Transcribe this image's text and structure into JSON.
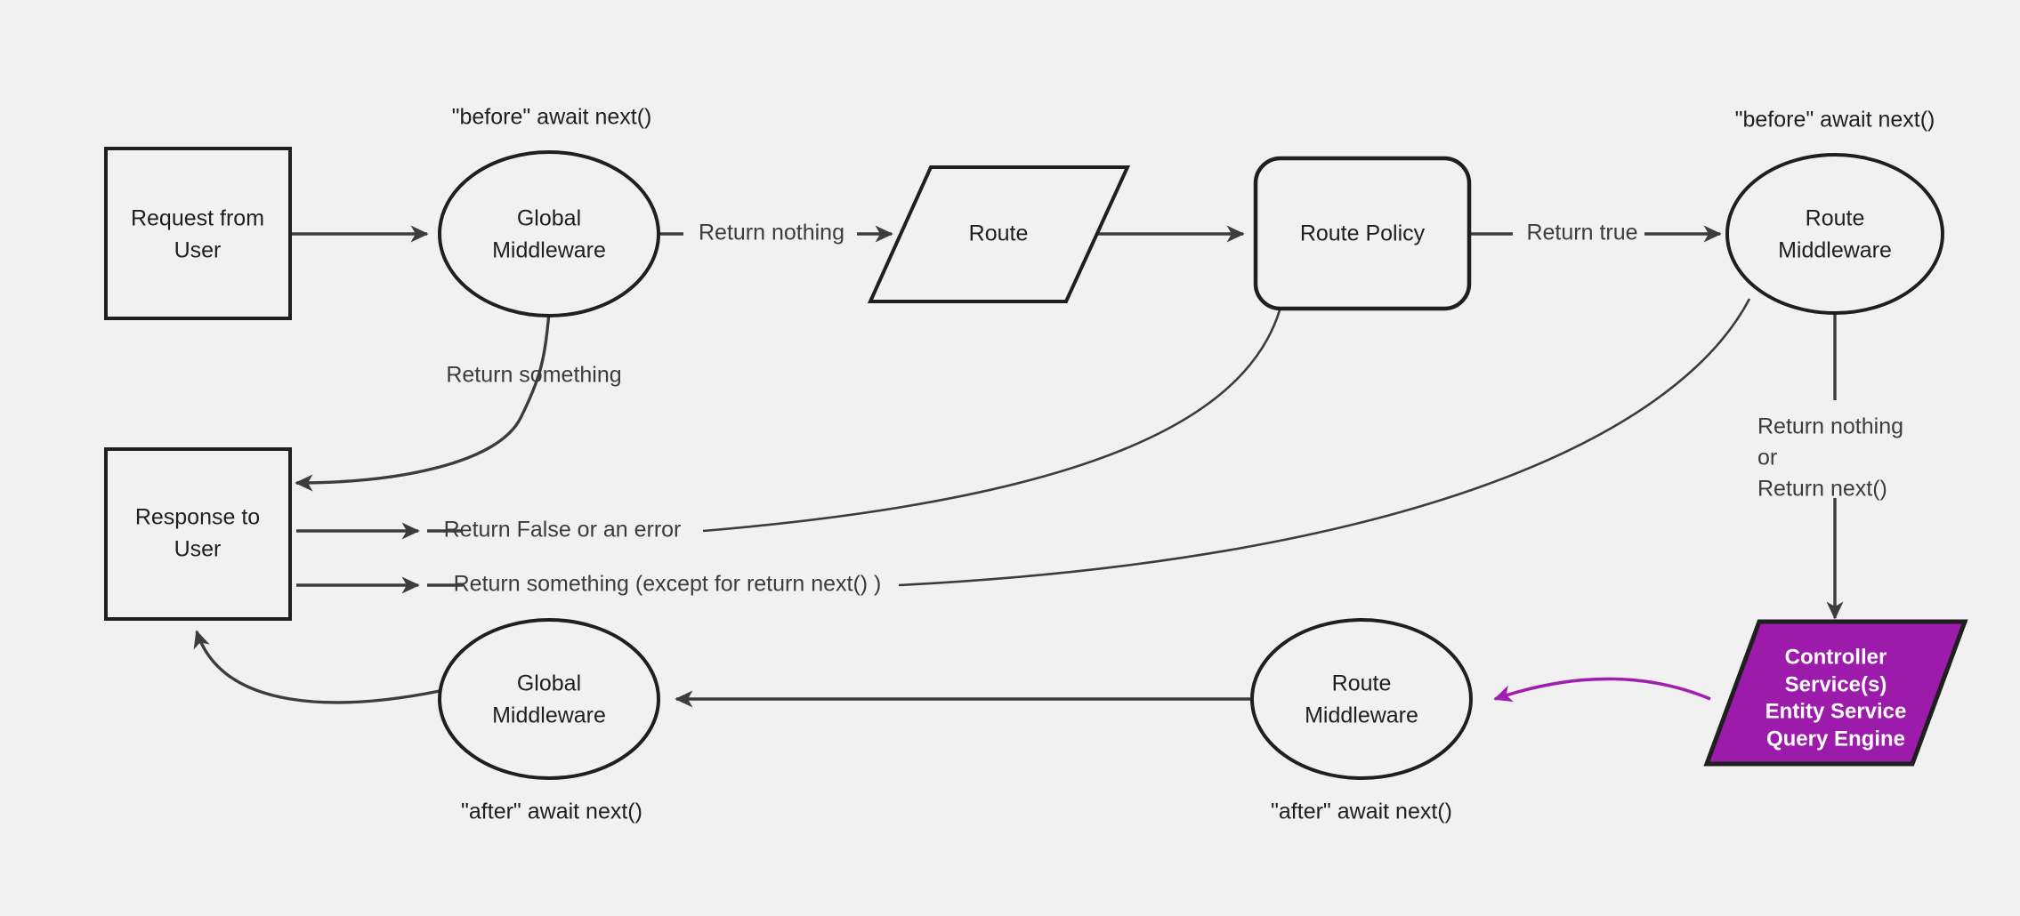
{
  "diagram": {
    "background_color": "#f1f1f1",
    "stroke_color": "#1f1f1f",
    "edge_color": "#3c3c3c",
    "accent_color": "#9c1bab",
    "nodes": {
      "request": {
        "line1": "Request from",
        "line2": "User"
      },
      "global_mw_top": {
        "line1": "Global",
        "line2": "Middleware"
      },
      "route": {
        "line1": "Route"
      },
      "route_policy": {
        "line1": "Route Policy"
      },
      "route_mw_top": {
        "line1": "Route",
        "line2": "Middleware"
      },
      "controller": {
        "line1": "Controller",
        "line2": "Service(s)",
        "line3": "Entity Service",
        "line4": "Query Engine"
      },
      "route_mw_bottom": {
        "line1": "Route",
        "line2": "Middleware"
      },
      "global_mw_bottom": {
        "line1": "Global",
        "line2": "Middleware"
      },
      "response": {
        "line1": "Response to",
        "line2": "User"
      }
    },
    "annotations": {
      "before_global": "\"before\" await next()",
      "before_route_mw": "\"before\" await next()",
      "after_global": "\"after\" await next()",
      "after_route_mw": "\"after\" await next()"
    },
    "edge_labels": {
      "return_nothing": "Return nothing",
      "return_true": "Return true",
      "return_something_global": "Return something",
      "return_false_or_error": "Return False or an error",
      "return_something_except": "Return something (except for return next() )",
      "return_nothing_or_next_line1": "Return nothing",
      "return_nothing_or_next_line2": "or",
      "return_nothing_or_next_line3": "Return next()"
    }
  }
}
